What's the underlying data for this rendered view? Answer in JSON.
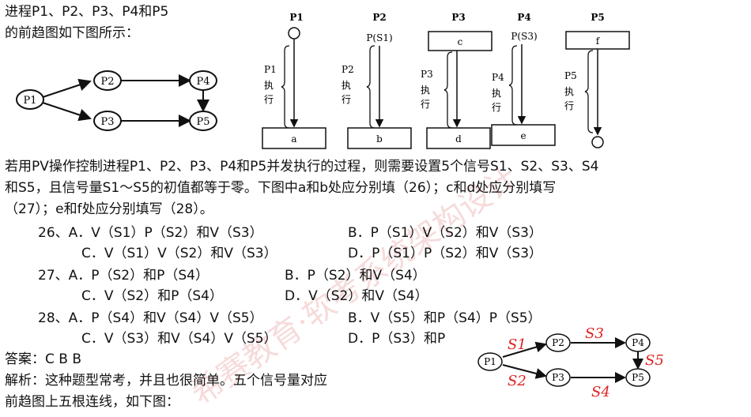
{
  "intro": {
    "line1": "进程P1、P2、P3、P4和P5",
    "line2": "的前趋图如下图所示："
  },
  "graph_nodes": [
    "P1",
    "P2",
    "P3",
    "P4",
    "P5"
  ],
  "process_diagram": {
    "headers": [
      "P1",
      "P2",
      "P3",
      "P4",
      "P5"
    ],
    "top_labels": {
      "P2": "P(S1)",
      "P3": "c",
      "P4": "P(S3)",
      "P5": "f"
    },
    "exec_labels": [
      {
        "id": "P1",
        "l1": "P1",
        "l2": "执",
        "l3": "行"
      },
      {
        "id": "P2",
        "l1": "P2",
        "l2": "执",
        "l3": "行"
      },
      {
        "id": "P3",
        "l1": "P3",
        "l2": "执",
        "l3": "行"
      },
      {
        "id": "P4",
        "l1": "P4",
        "l2": "执",
        "l3": "行"
      },
      {
        "id": "P5",
        "l1": "P5",
        "l2": "执",
        "l3": "行"
      }
    ],
    "bottom_boxes": [
      "a",
      "b",
      "d",
      "e"
    ]
  },
  "question": {
    "line1": "若用PV操作控制进程P1、P2、P3、P4和P5并发执行的过程，则需要设置5个信号S1、S2、S3、S4",
    "line2": "和S5，且信号量S1～S5的初值都等于零。下图中a和b处应分别填（26）；c和d处应分别填写",
    "line3": "（27）；e和f处应分别填写（28）。"
  },
  "options": {
    "q26a": "26、A．V（S1）P（S2）和V（S3）",
    "q26b": "B．P（S1）V（S2）和V（S3）",
    "q26c": "C．V（S1）V（S2）和V（S3）",
    "q26d": "D．P（S1）P（S2）和V（S3）",
    "q27a": "27、A．P（S2）和P（S4）",
    "q27b": "B．P（S2）和V（S4）",
    "q27c": "C．V（S2）和P（S4）",
    "q27d": "D．V（S2）和V（S4）",
    "q28a": "28、A．P（S4）和V（S4）V（S5）",
    "q28b": "B．V（S5）和P（S4）P（S5）",
    "q28c": "C．V（S3）和V（S4）V（S5）",
    "q28d": "D．P（S3）和P"
  },
  "answer": "答案：C  B    B",
  "analysis": {
    "line1": "解析：这种题型常考，并且也很简单。五个信号量对应",
    "line2": "前趋图上五根连线，如下图："
  },
  "semaphore_labels": [
    "S1",
    "S2",
    "S3",
    "S4",
    "S5"
  ],
  "watermark": "希赛教育·软考系统架构设计"
}
